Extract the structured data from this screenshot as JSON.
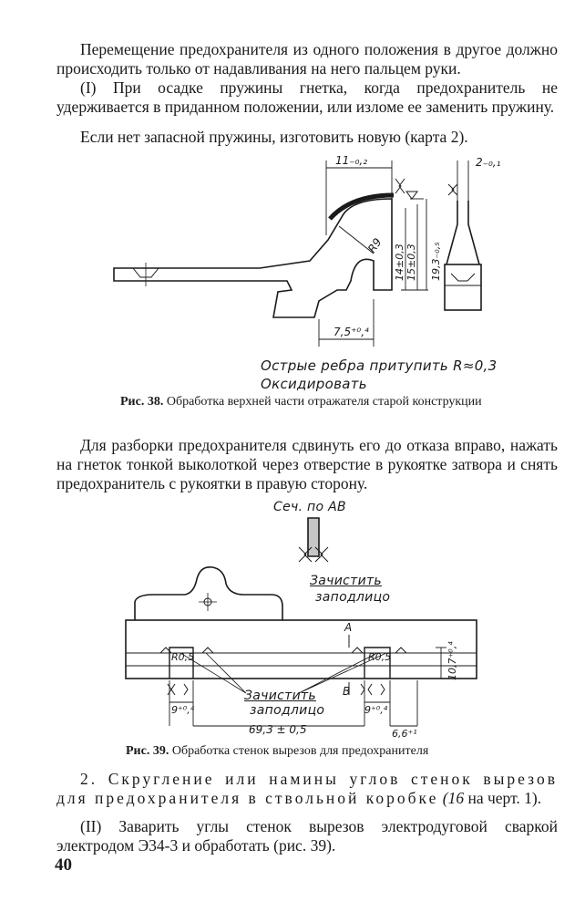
{
  "paragraphs": {
    "p1": "Перемещение предохранителя из одного положения в другое должно происходить только от надавливания на него пальцем руки.",
    "p2": "(I) При осадке пружины гнетка, когда предохранитель не удерживается в приданном положении, или изломе ее заменить пружину.",
    "p3": "Если нет запасной пружины, изготовить новую (карта 2).",
    "p4": "Для разборки предохранителя сдвинуть его до отказа вправо, нажать на гнеток тонкой выколоткой через отверстие в рукоятке затвора и снять предохранитель с рукоятки в правую сторону.",
    "p5_head": "2. Скругление или намины углов стенок вырезов для предохранителя в ствольной коробке",
    "p5_tail_num": "(16",
    "p5_tail": " на черт. 1).",
    "p6": "(II) Заварить углы стенок вырезов электродуговой сваркой электродом Э34-3 и обработать (рис. 39)."
  },
  "figure38": {
    "caption_label": "Рис. 38.",
    "caption_text": "Обработка верхней части отражателя старой конструкции",
    "note_line1": "Острые ребра притупить R≈0,3",
    "note_line2": "Оксидировать",
    "dims": {
      "top": "11₋₀,₂",
      "right_top": "2₋₀,₁",
      "radius": "R9",
      "v1": "14±0,3",
      "v2": "15±0,3",
      "v3": "19,3₋₀,₅",
      "bottom": "7,5⁺⁰,⁴"
    }
  },
  "figure39": {
    "caption_label": "Рис. 39.",
    "caption_text": "Обработка стенок вырезов для предохранителя",
    "section_label": "Сеч. по АВ",
    "clean_flush_1": "Зачистить",
    "clean_flush_2": "заподлицо",
    "letter_a": "A",
    "letter_b": "B",
    "dims": {
      "r_left": "R0,5",
      "r_right": "R0,5",
      "height": "10,7⁺⁰,⁴",
      "w_left": "9⁺⁰,⁴",
      "w_right": "9⁺⁰,⁴",
      "span": "69,3 ± 0,5",
      "end": "6,6⁺¹"
    }
  },
  "page_number": "40"
}
